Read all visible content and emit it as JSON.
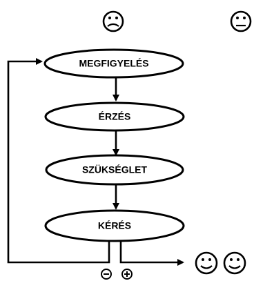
{
  "diagram": {
    "nodes": [
      {
        "id": "observation",
        "label": "MEGFIGYELÉS"
      },
      {
        "id": "feeling",
        "label": "ÉRZÉS"
      },
      {
        "id": "need",
        "label": "SZÜKSÉGLET"
      },
      {
        "id": "request",
        "label": "KÉRÉS"
      }
    ],
    "faces": {
      "top": [
        "sad",
        "neutral"
      ],
      "bottom": [
        "happy",
        "happy"
      ]
    },
    "outcome_signs": [
      "−",
      "+"
    ],
    "colors": {
      "stroke": "#000000",
      "fill": "#ffffff"
    }
  }
}
